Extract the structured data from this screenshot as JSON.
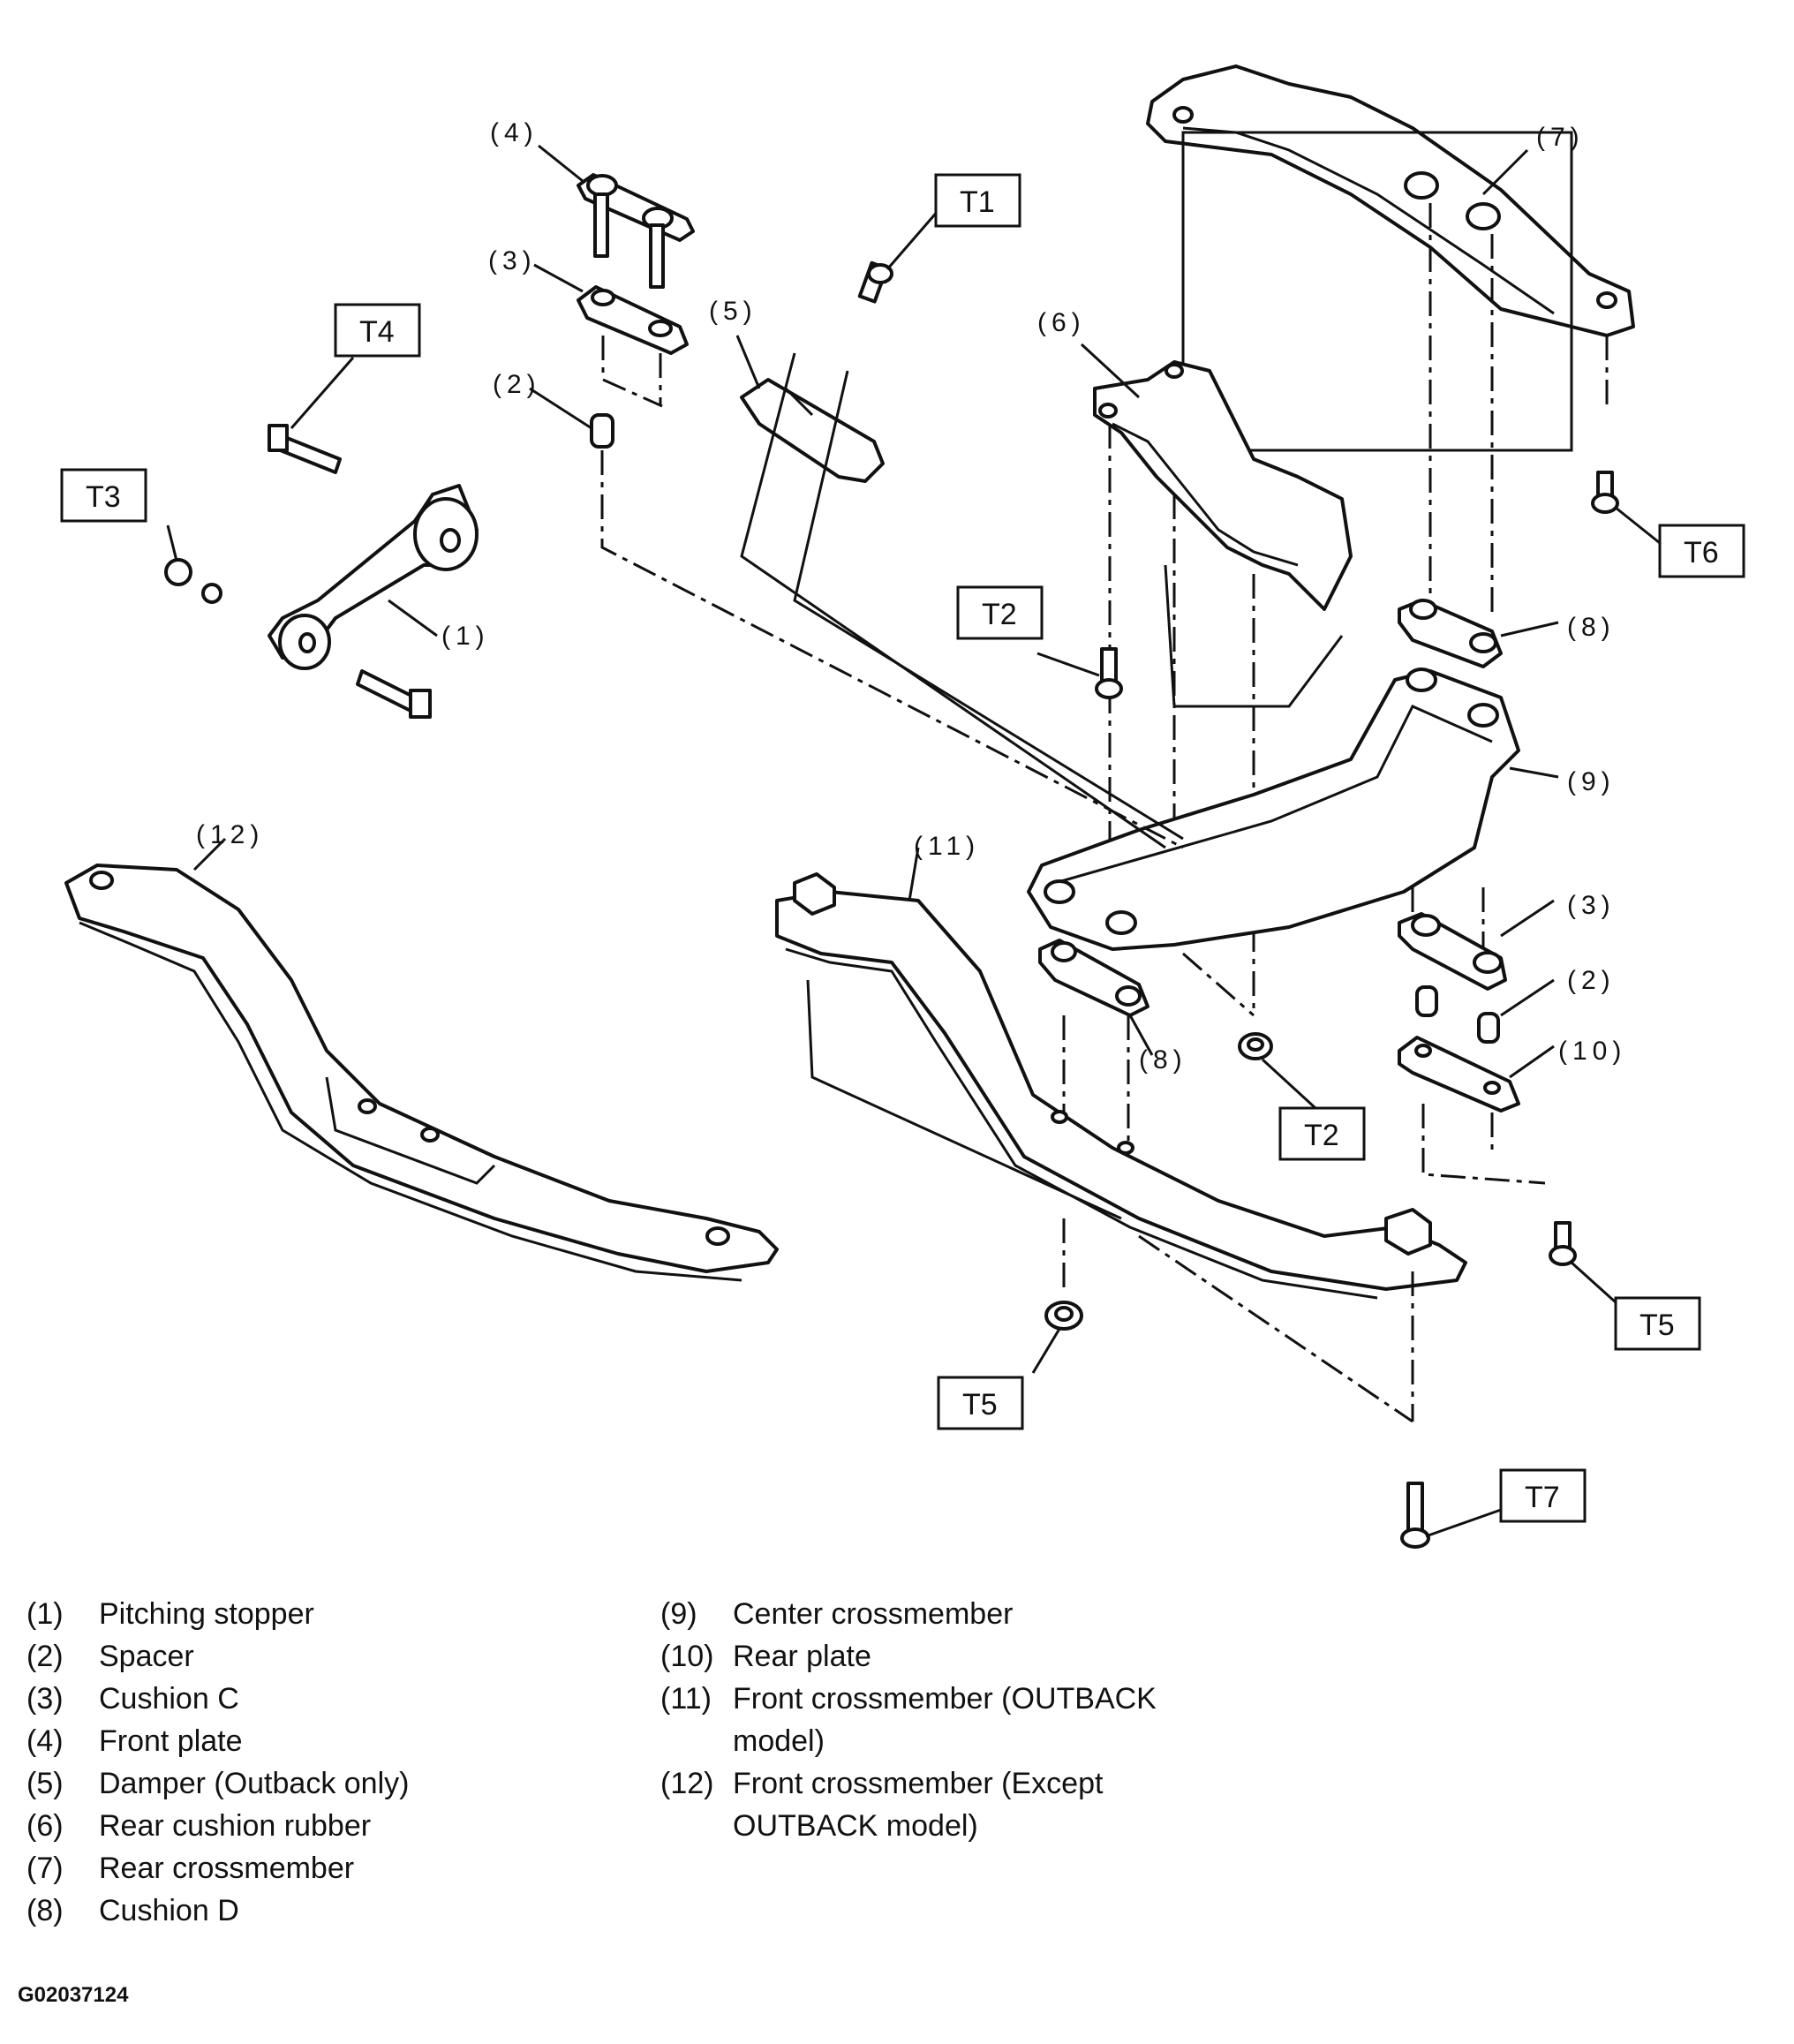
{
  "callouts": {
    "n1": "(1)",
    "n2a": "(2)",
    "n2b": "(2)",
    "n3a": "(3)",
    "n3b": "(3)",
    "n4": "(4)",
    "n5": "(5)",
    "n6": "(6)",
    "n7": "(7)",
    "n8a": "(8)",
    "n8b": "(8)",
    "n9": "(9)",
    "n10": "(10)",
    "n11": "(11)",
    "n12": "(12)"
  },
  "torque_labels": {
    "t1": "T1",
    "t2a": "T2",
    "t2b": "T2",
    "t3": "T3",
    "t4": "T4",
    "t5a": "T5",
    "t5b": "T5",
    "t6": "T6",
    "t7": "T7"
  },
  "legend": {
    "left": [
      {
        "num": "(1)",
        "text": "Pitching stopper"
      },
      {
        "num": "(2)",
        "text": "Spacer"
      },
      {
        "num": "(3)",
        "text": "Cushion C"
      },
      {
        "num": "(4)",
        "text": "Front plate"
      },
      {
        "num": "(5)",
        "text": "Damper (Outback only)"
      },
      {
        "num": "(6)",
        "text": "Rear cushion rubber"
      },
      {
        "num": "(7)",
        "text": "Rear crossmember"
      },
      {
        "num": "(8)",
        "text": "Cushion D"
      }
    ],
    "right": [
      {
        "num": "(9)",
        "text": "Center crossmember"
      },
      {
        "num": "(10)",
        "text": "Rear plate"
      },
      {
        "num": "(11)",
        "text": "Front crossmember (OUTBACK",
        "cont": "model)"
      },
      {
        "num": "(12)",
        "text": "Front crossmember (Except",
        "cont": "OUTBACK model)"
      }
    ]
  },
  "figure_code": "G02037124"
}
